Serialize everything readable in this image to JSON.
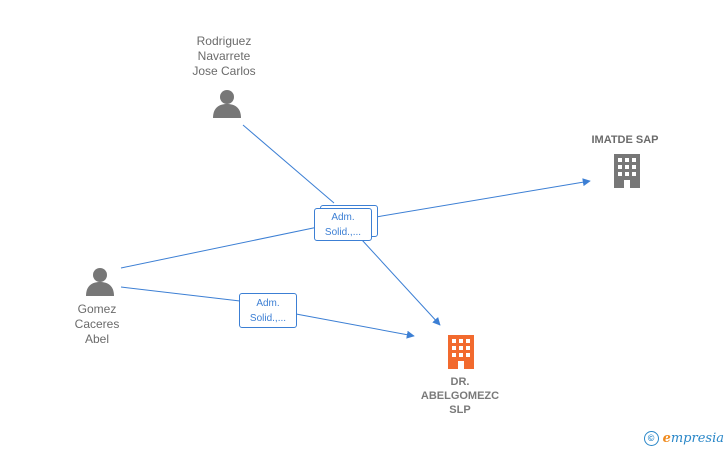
{
  "nodes": {
    "rodriguez": {
      "label": "Rodriguez\nNavarrete\nJose Carlos",
      "icon": "person-icon"
    },
    "gomez": {
      "label": "Gomez\nCaceres\nAbel",
      "icon": "person-icon"
    },
    "imatde": {
      "label": "IMATDE SAP",
      "icon": "building-icon"
    },
    "abelgomezc": {
      "label": "DR.\nABELGOMEZC\nSLP",
      "icon": "building-icon"
    }
  },
  "edge_labels": {
    "upper": {
      "line1": "Adm.",
      "line2": "Solid.,..."
    },
    "lower": {
      "line1": "Adm.",
      "line2": "Solid.,..."
    }
  },
  "footer": {
    "copyright": "©",
    "brand_initial": "e",
    "brand_rest": "mpresia"
  },
  "colors": {
    "edge": "#3c7fd4",
    "person": "#777777",
    "company": "#777777",
    "main_company": "#f26a2e"
  }
}
